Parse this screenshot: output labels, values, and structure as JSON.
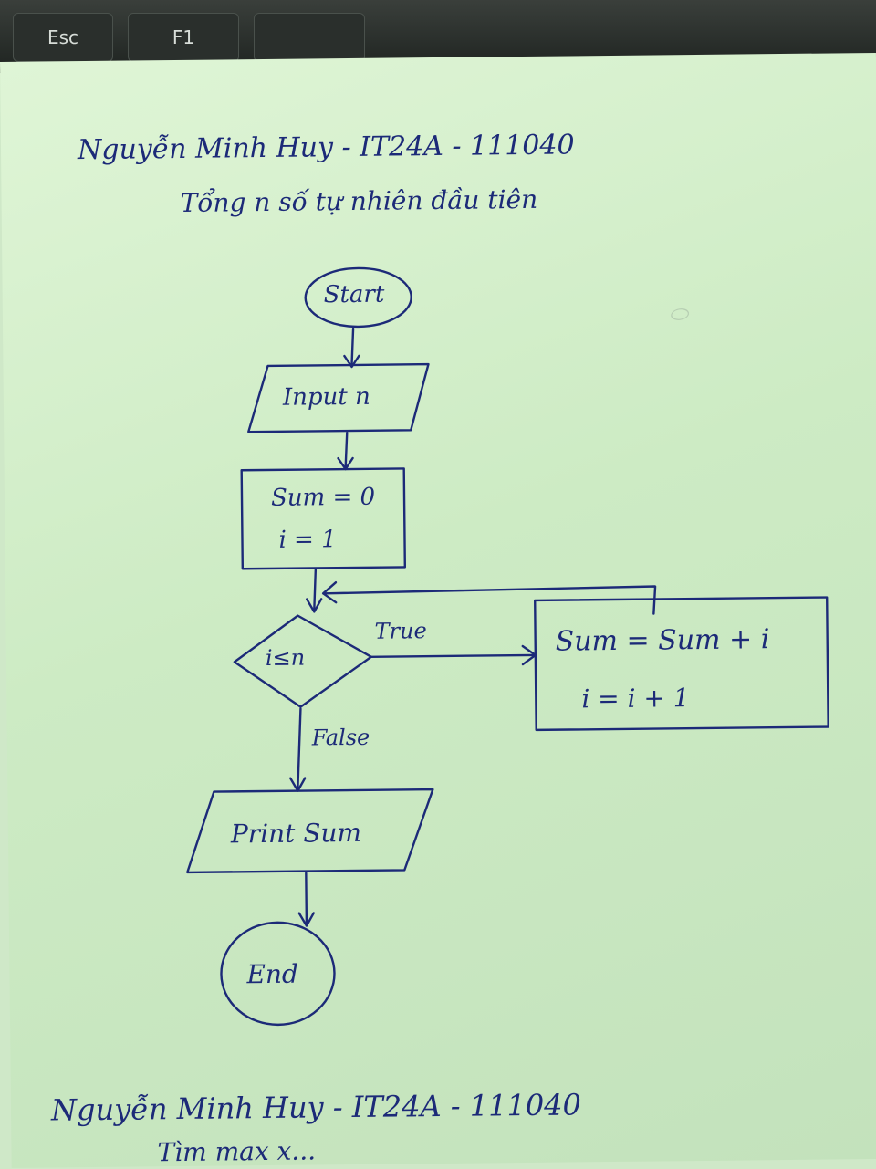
{
  "keyboard": {
    "keys": [
      "Esc",
      "F1"
    ]
  },
  "header": {
    "line1": "Nguyễn Minh Huy - IT24A - 111040",
    "line2": "Tổng n số tự nhiên đầu tiên"
  },
  "flowchart": {
    "start": "Start",
    "input": "Input n",
    "init_sum": "Sum = 0",
    "init_i": "i = 1",
    "condition": "i≤n",
    "true_label": "True",
    "false_label": "False",
    "update_sum": "Sum = Sum + i",
    "update_i": "i = i + 1",
    "output": "Print Sum",
    "end": "End"
  },
  "footer": {
    "line1": "Nguyễn Minh Huy - IT24A - 111040",
    "line2": "Tìm max x..."
  },
  "colors": {
    "ink": "#1c2a78",
    "paper": "#d4efcb"
  }
}
